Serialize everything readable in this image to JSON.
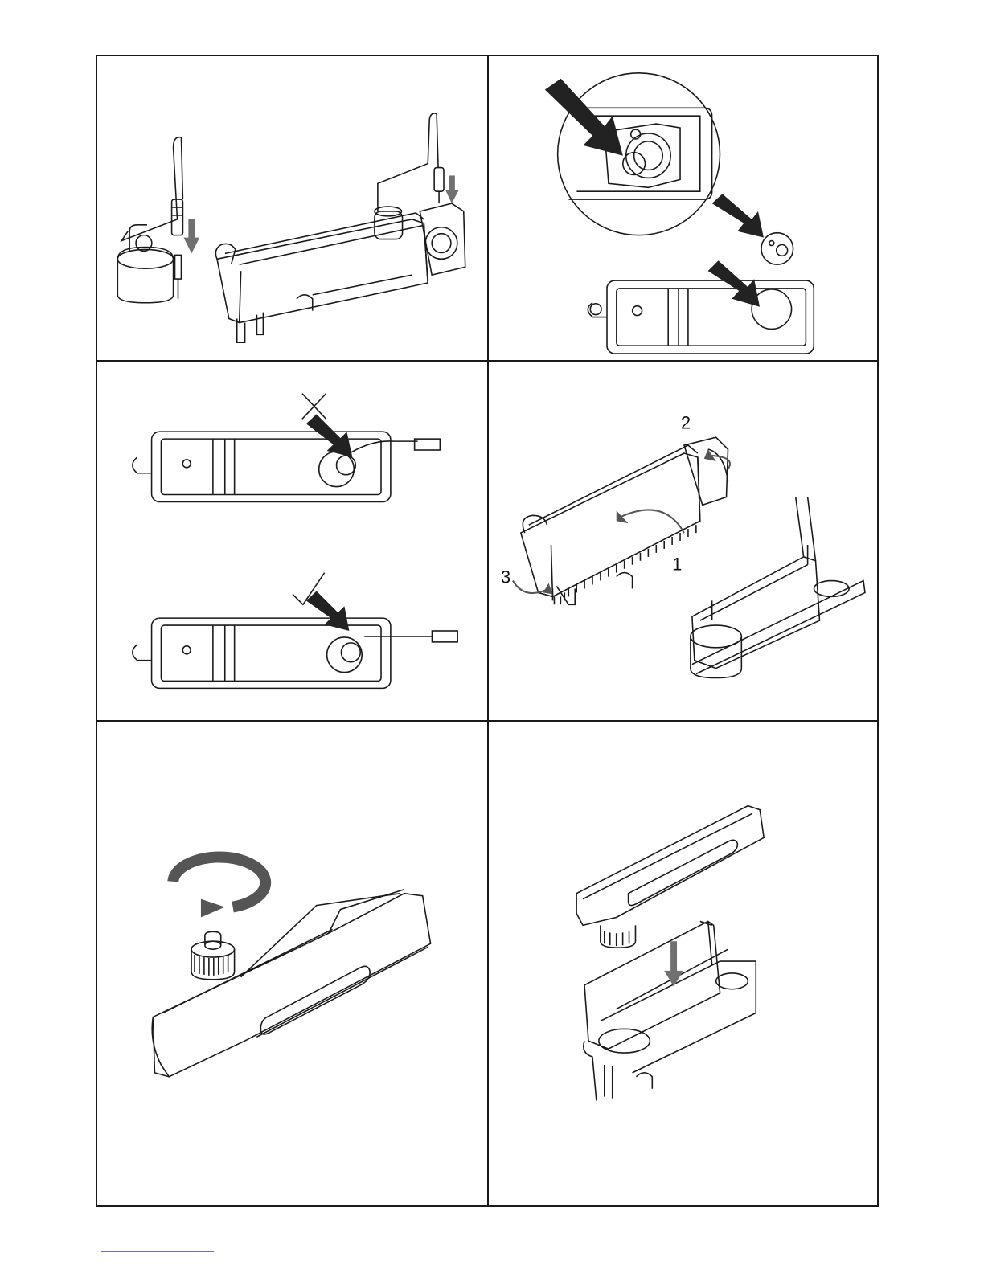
{
  "panels": [
    {
      "id": "panel-1",
      "labels": []
    },
    {
      "id": "panel-2",
      "labels": []
    },
    {
      "id": "panel-3",
      "labels": []
    },
    {
      "id": "panel-4",
      "labels": [
        "2",
        "1",
        "3"
      ]
    },
    {
      "id": "panel-5",
      "labels": []
    },
    {
      "id": "panel-6",
      "labels": []
    }
  ],
  "icons": [
    "arrow-down-icon",
    "cross-icon",
    "check-icon",
    "rotate-arrow-icon"
  ],
  "colors": {
    "line": "#1a1a1a",
    "arrow": "#222222",
    "grey_arrow": "#707070"
  }
}
